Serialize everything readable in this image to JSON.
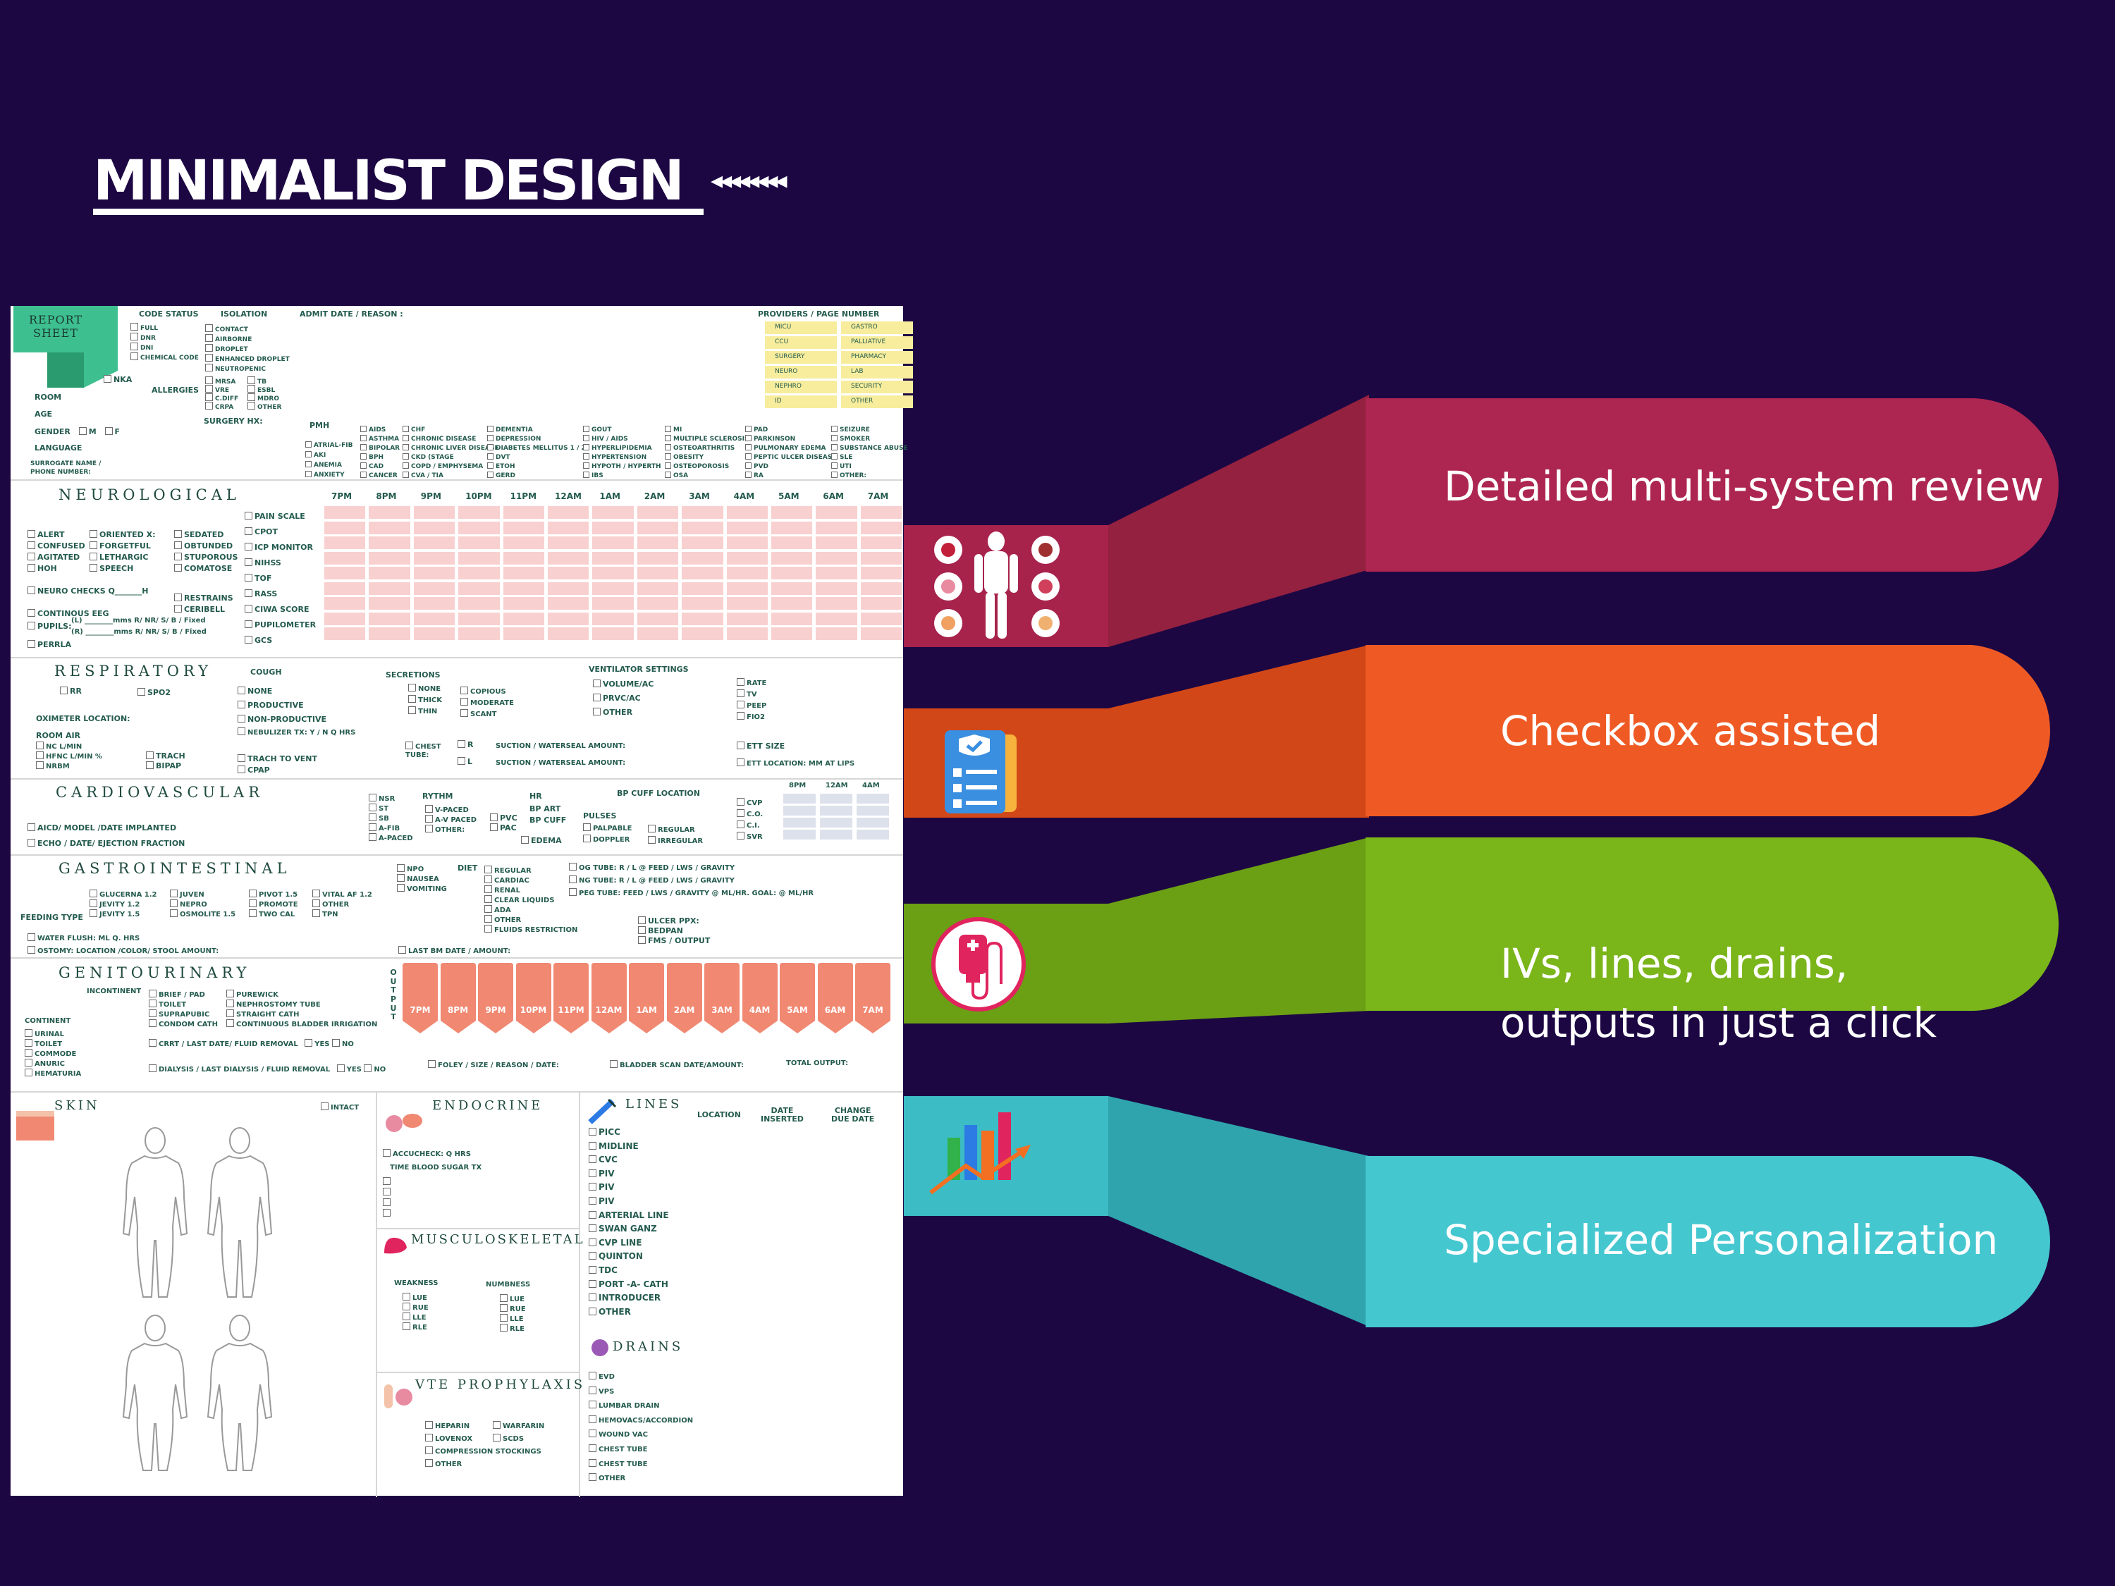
{
  "header": {
    "title": "MINIMALIST DESIGN",
    "arrows": "◂◂◂◂◂◂◂◂"
  },
  "banners": [
    {
      "text": "Detailed multi-system review",
      "color": "#ad2651"
    },
    {
      "text": "Checkbox assisted",
      "color": "#ef5a24"
    },
    {
      "text": "IVs, lines, drains,\noutputs in just a click",
      "color": "#7ab51a"
    },
    {
      "text": "Specialized Personalization",
      "color": "#45c7d0"
    }
  ],
  "sheet": {
    "logo": "REPORT\nSHEET",
    "top": {
      "code_status": "CODE STATUS",
      "code_items": [
        "FULL",
        "DNR",
        "DNI",
        "CHEMICAL CODE"
      ],
      "isolation": "ISOLATION",
      "isolation_items": [
        "CONTACT",
        "AIRBORNE",
        "DROPLET",
        "ENHANCED DROPLET",
        "NEUTROPENIC"
      ],
      "isolation_items2": [
        "MRSA",
        "VRE",
        "C.DIFF",
        "CRPA"
      ],
      "isolation_items3": [
        "TB",
        "ESBL",
        "MDRO",
        "OTHER"
      ],
      "admit": "ADMIT DATE / REASON :",
      "providers": "PROVIDERS / PAGE NUMBER",
      "providers_left": [
        "MICU",
        "CCU",
        "SURGERY",
        "NEURO",
        "NEPHRO",
        "ID"
      ],
      "providers_right": [
        "GASTRO",
        "PALLIATIVE",
        "PHARMACY",
        "LAB",
        "SECURITY",
        "OTHER"
      ],
      "nka": "NKA",
      "allergies": "ALLERGIES",
      "room": "ROOM",
      "age": "AGE",
      "gender": "GENDER",
      "gender_m": "M",
      "gender_f": "F",
      "language": "LANGUAGE",
      "surgery_hx": "SURGERY HX:",
      "pmh": "PMH",
      "pmh_cols": [
        [
          "ATRIAL-FIB",
          "AKI",
          "ANEMIA",
          "ANXIETY"
        ],
        [
          "AIDS",
          "ASTHMA",
          "BIPOLAR",
          "BPH",
          "CAD",
          "CANCER"
        ],
        [
          "CHF",
          "CHRONIC DISEASE",
          "CHRONIC LIVER DISEASE",
          "CKD (STAGE",
          "COPD / EMPHYSEMA",
          "CVA / TIA"
        ],
        [
          "DEMENTIA",
          "DEPRESSION",
          "DIABETES MELLITUS 1 / 2",
          "DVT",
          "ETOH",
          "GERD"
        ],
        [
          "GOUT",
          "HIV / AIDS",
          "HYPERLIPIDEMIA",
          "HYPERTENSION",
          "HYPOTH / HYPERTH",
          "IBS"
        ],
        [
          "MI",
          "MULTIPLE SCLEROSIS",
          "OSTEOARTHRITIS",
          "OBESITY",
          "OSTEOPOROSIS",
          "OSA"
        ],
        [
          "PAD",
          "PARKINSON",
          "PULMONARY EDEMA",
          "PEPTIC ULCER DISEASE",
          "PVD",
          "RA"
        ],
        [
          "SEIZURE",
          "SMOKER",
          "SUBSTANCE ABUSE",
          "SLE",
          "UTI",
          "OTHER:"
        ]
      ],
      "surrogate": "SURROGATE NAME /",
      "phone": "PHONE NUMBER:"
    },
    "neuro": {
      "label": "NEUROLOGICAL",
      "times": [
        "7PM",
        "8PM",
        "9PM",
        "10PM",
        "11PM",
        "12AM",
        "1AM",
        "2AM",
        "3AM",
        "4AM",
        "5AM",
        "6AM",
        "7AM"
      ],
      "col1": [
        "ALERT",
        "CONFUSED",
        "AGITATED",
        "HOH"
      ],
      "col2": [
        "ORIENTED X:",
        "FORGETFUL",
        "LETHARGIC",
        "SPEECH"
      ],
      "col3": [
        "SEDATED",
        "OBTUNDED",
        "STUPOROUS",
        "COMATOSE"
      ],
      "col4": [
        "PAIN SCALE",
        "CPOT",
        "ICP MONITOR",
        "NIHSS",
        "TOF",
        "RASS",
        "CIWA SCORE",
        "PUPILOMETER",
        "GCS"
      ],
      "neuro_checks": "NEURO CHECKS Q_______H",
      "restrains": "RESTRAINS",
      "ceribell": "CERIBELL",
      "eeg": "CONTINOUS EEG",
      "pupils": "PUPILS:",
      "pupil_l": "(L) ________mms  R/ NR/ S/ B / Fixed",
      "pupil_r": "(R) ________mms  R/ NR/ S/ B / Fixed",
      "perrla": "PERRLA"
    },
    "resp": {
      "label": "RESPIRATORY",
      "rr": "RR",
      "spo2": "SPO2",
      "oximeter": "OXIMETER LOCATION:",
      "room_air": "ROOM AIR",
      "o2": [
        "NC      L/MIN",
        "HFNC    L/MIN      %",
        "NRBM"
      ],
      "trach": "TRACH",
      "bipap": "BIPAP",
      "cough": "COUGH",
      "cough_items": [
        "NONE",
        "PRODUCTIVE",
        "NON-PRODUCTIVE"
      ],
      "neb": "NEBULIZER TX:  Y  /  N       Q        HRS",
      "trach_vent": "TRACH TO VENT",
      "cpap": "CPAP",
      "secretions": "SECRETIONS",
      "sec1": [
        "NONE",
        "THICK",
        "THIN"
      ],
      "sec2": [
        "COPIOUS",
        "MODERATE",
        "SCANT"
      ],
      "chest_tube": "CHEST\nTUBE:",
      "ct_r": "R",
      "ct_l": "L",
      "suction1": "SUCTION  /  WATERSEAL        AMOUNT:",
      "suction2": "SUCTION  /  WATERSEAL        AMOUNT:",
      "vent": "VENTILATOR SETTINGS",
      "vent_items": [
        "VOLUME/AC",
        "PRVC/AC",
        "OTHER"
      ],
      "vent_right": [
        "RATE",
        "TV",
        "PEEP",
        "FIO2"
      ],
      "ett_size": "ETT SIZE",
      "ett_loc": "ETT LOCATION:          MM AT LIPS"
    },
    "cardio": {
      "label": "CARDIOVASCULAR",
      "aicd": "AICD/ MODEL /DATE IMPLANTED",
      "echo": "ECHO / DATE/ EJECTION FRACTION",
      "rhythm_items": [
        "NSR",
        "ST",
        "SB",
        "A-FIB",
        "A-PACED"
      ],
      "rythm": "RYTHM",
      "rythm2": [
        "V-PACED",
        "A-V PACED",
        "OTHER:"
      ],
      "pvc": "PVC",
      "pac": "PAC",
      "hr": "HR",
      "bpart": "BP ART",
      "bpcuff": "BP CUFF",
      "edema": "EDEMA",
      "bpcuffloc": "BP CUFF LOCATION",
      "pulses": "PULSES",
      "pulse1": [
        "PALPABLE",
        "DOPPLER"
      ],
      "pulse2": [
        "REGULAR",
        "IRREGULAR"
      ],
      "hemo": [
        "CVP",
        "C.O.",
        "C.I.",
        "SVR"
      ],
      "hemo_times": [
        "8PM",
        "12AM",
        "4AM"
      ]
    },
    "gi": {
      "label": "GASTROINTESTINAL",
      "npo": [
        "NPO",
        "NAUSEA",
        "VOMITING"
      ],
      "diet": "DIET",
      "diet_items": [
        "REGULAR",
        "CARDIAC",
        "RENAL",
        "CLEAR LIQUIDS",
        "ADA",
        "OTHER",
        "FLUIDS RESTRICTION"
      ],
      "og": "OG TUBE:  R  /  L @          FEED  / LWS  / GRAVITY",
      "ng": "NG TUBE:  R  /  L @          FEED  / LWS  / GRAVITY",
      "peg": "PEG TUBE:  FEED  / LWS  / GRAVITY    @          ML/HR.  GOAL: @         ML/HR",
      "feeds1": [
        "GLUCERNA 1.2",
        "JEVITY 1.2",
        "JEVITY 1.5"
      ],
      "feeds2": [
        "JUVEN",
        "NEPRO",
        "OSMOLITE 1.5"
      ],
      "feeds3": [
        "PIVOT 1.5",
        "PROMOTE",
        "TWO CAL"
      ],
      "feeds4": [
        "VITAL AF 1.2",
        "OTHER",
        "TPN"
      ],
      "feeding_type": "FEEDING TYPE",
      "water": "WATER FLUSH:          ML Q.        HRS",
      "ostomy": "OSTOMY: LOCATION /COLOR/ STOOL AMOUNT:",
      "ulcer": "ULCER PPX:",
      "bedpan": "BEDPAN",
      "fms": "FMS / OUTPUT",
      "last_bm": "LAST BM DATE / AMOUNT:"
    },
    "gu": {
      "label": "GENITOURINARY",
      "incontinent": "INCONTINENT",
      "inc1": [
        "BRIEF / PAD",
        "TOILET",
        "SUPRAPUBIC",
        "CONDOM CATH"
      ],
      "inc2": [
        "PUREWICK",
        "NEPHROSTOMY TUBE",
        "STRAIGHT CATH",
        "CONTINUOUS BLADDER IRRIGATION"
      ],
      "continent": "CONTINENT",
      "cont_items": [
        "URINAL",
        "TOILET",
        "COMMODE",
        "ANURIC",
        "HEMATURIA"
      ],
      "crrt": "CRRT / LAST DATE/ FLUID REMOVAL",
      "dialysis": "DIALYSIS  /  LAST DIALYSIS  / FLUID REMOVAL",
      "yes": "YES",
      "no": "NO",
      "output": "OUTPUT",
      "foley": "FOLEY / SIZE / REASON / DATE:",
      "bladder": "BLADDER SCAN DATE/AMOUNT:",
      "total": "TOTAL OUTPUT:"
    },
    "skin": {
      "label": "SKIN",
      "intact": "INTACT"
    },
    "endo": {
      "label": "ENDOCRINE",
      "accu": "ACCUCHECK: Q       HRS",
      "cols": "TIME   BLOOD SUGAR     TX"
    },
    "msk": {
      "label": "MUSCULOSKELETAL",
      "weakness": "WEAKNESS",
      "numbness": "NUMBNESS",
      "items": [
        "LUE",
        "RUE",
        "LLE",
        "RLE"
      ]
    },
    "vte": {
      "label": "VTE PROPHYLAXIS",
      "col1": [
        "HEPARIN",
        "LOVENOX",
        "COMPRESSION STOCKINGS",
        "OTHER"
      ],
      "col2": [
        "WARFARIN",
        "SCDS"
      ]
    },
    "lines": {
      "label": "LINES",
      "location": "LOCATION",
      "date": "DATE\nINSERTED",
      "change": "CHANGE\nDUE DATE",
      "items": [
        "PICC",
        "MIDLINE",
        "CVC",
        "PIV",
        "PIV",
        "PIV",
        "ARTERIAL LINE",
        "SWAN GANZ",
        "CVP LINE",
        "QUINTON",
        "TDC",
        "PORT -A- CATH",
        "INTRODUCER",
        "OTHER"
      ]
    },
    "drains": {
      "label": "DRAINS",
      "items": [
        "EVD",
        "VPS",
        "LUMBAR DRAIN",
        "HEMOVACS/ACCORDION",
        "WOUND VAC",
        "CHEST TUBE",
        "CHEST TUBE",
        "OTHER"
      ]
    }
  },
  "icons": [
    "organ-diagram-icon",
    "checklist-icon",
    "iv-bag-icon",
    "bar-chart-icon"
  ],
  "colors": {
    "background": "#1c0743",
    "neuro_cell": "#f8d0cf",
    "output_tab": "#f08872",
    "hemo_cell": "#dde1ec",
    "provider_cell": "#f7ed9d"
  }
}
